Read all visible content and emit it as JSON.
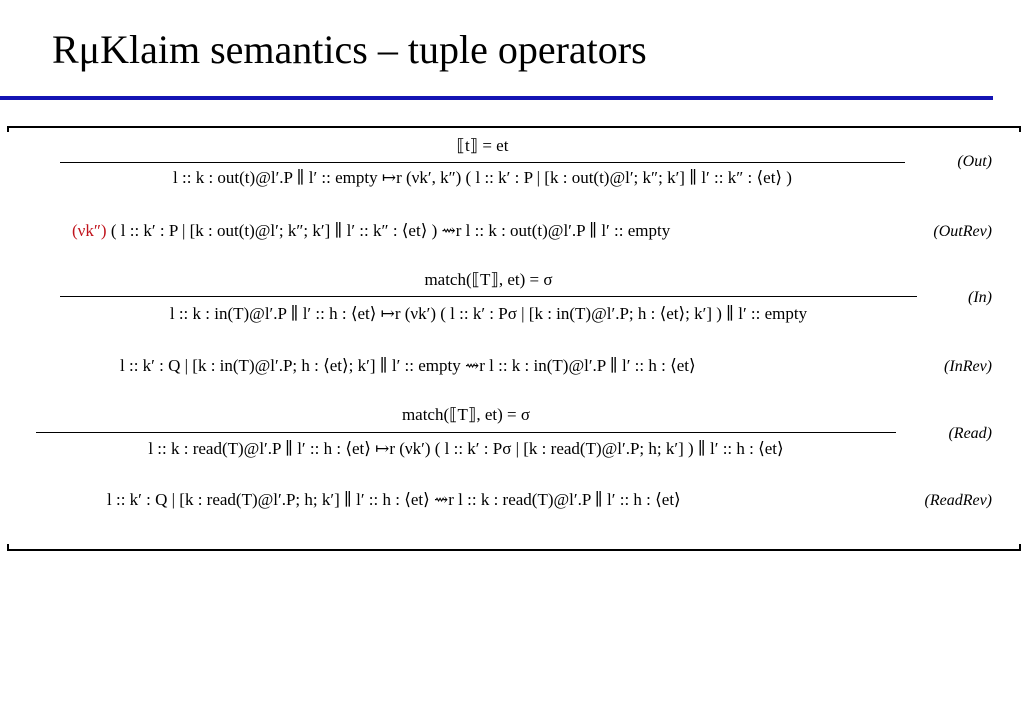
{
  "title": "RμKlaim semantics – tuple operators",
  "rules": {
    "out": {
      "name": "(Out)",
      "premise": "⟦t⟧ = et",
      "conclusion": "l :: k : out(t)@l′.P  ∥  l′ :: empty  ↦r  (νk′, k″) ( l :: k′ : P | [k : out(t)@l′; k″; k′]  ∥  l′ :: k″ : ⟨et⟩ )"
    },
    "outrev": {
      "name": "(OutRev)",
      "restriction": "(νk″)",
      "conclusion": " ( l :: k′ : P | [k : out(t)@l′; k″; k′]  ∥  l′ :: k″ : ⟨et⟩ )  ⇝r  l :: k : out(t)@l′.P  ∥  l′ :: empty"
    },
    "in": {
      "name": "(In)",
      "premise": "match(⟦T⟧, et) = σ",
      "conclusion": "l :: k : in(T)@l′.P  ∥  l′ :: h : ⟨et⟩  ↦r  (νk′) ( l :: k′ : Pσ | [k : in(T)@l′.P; h : ⟨et⟩; k′] )  ∥  l′ :: empty"
    },
    "inrev": {
      "name": "(InRev)",
      "conclusion": "l :: k′ : Q | [k : in(T)@l′.P; h : ⟨et⟩; k′]  ∥  l′ :: empty  ⇝r  l :: k : in(T)@l′.P  ∥  l′ :: h : ⟨et⟩"
    },
    "read": {
      "name": "(Read)",
      "premise": "match(⟦T⟧, et) = σ",
      "conclusion": "l :: k : read(T)@l′.P  ∥  l′ :: h : ⟨et⟩  ↦r  (νk′) ( l :: k′ : Pσ | [k : read(T)@l′.P; h; k′] )  ∥  l′ :: h : ⟨et⟩"
    },
    "readrev": {
      "name": "(ReadRev)",
      "conclusion": "l :: k′ : Q | [k : read(T)@l′.P; h; k′]  ∥  l′ :: h : ⟨et⟩  ⇝r l :: k : read(T)@l′.P  ∥  l′ :: h : ⟨et⟩"
    }
  }
}
